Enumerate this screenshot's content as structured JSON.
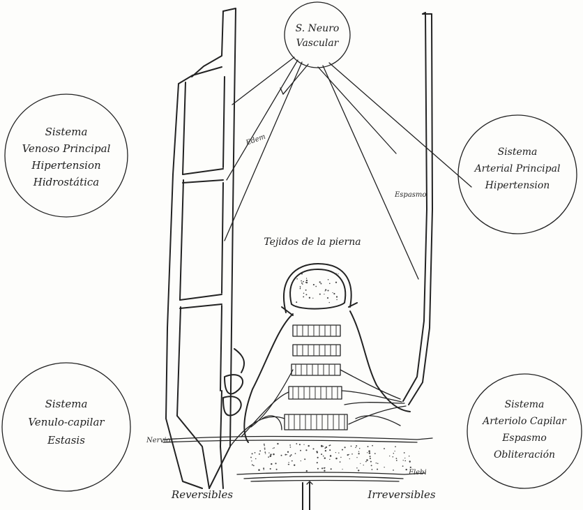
{
  "neuro": {
    "line1": "S. Neuro",
    "line2": "Vascular"
  },
  "venoso": {
    "line1": "Sistema",
    "line2": "Venoso Principal",
    "line3": "Hipertension",
    "line4": "Hidrostática"
  },
  "arterial": {
    "line1": "Sistema",
    "line2": "Arterial Principal",
    "line3": "Hipertension"
  },
  "venulo": {
    "line1": "Sistema",
    "line2": "Venulo-capilar",
    "line3": "Estasis"
  },
  "arteriolo": {
    "line1": "Sistema",
    "line2": "Arteriolo Capilar",
    "line3": "Espasmo",
    "line4": "Obliteración"
  },
  "labels": {
    "tejidos": "Tejidos de la pierna",
    "reversibles": "Reversibles",
    "irreversibles": "Irreversibles",
    "small_vein": "Edem",
    "small_artery": "Espasmo",
    "small_nervio": "Nervio",
    "small_flebitis": "Flebi"
  }
}
